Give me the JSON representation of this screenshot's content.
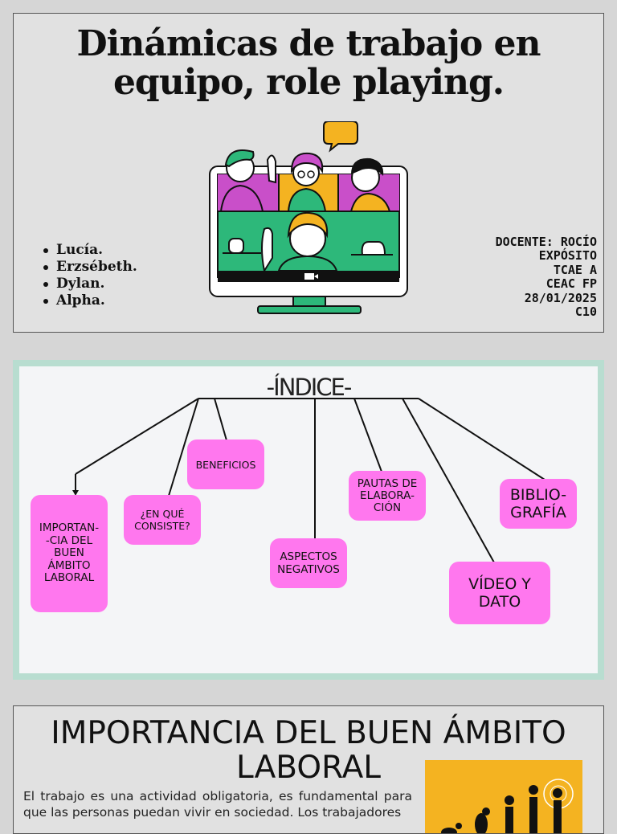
{
  "slide1": {
    "title_line1": "Dinámicas de trabajo en",
    "title_line2": "equipo, role playing.",
    "members": [
      "Lucía.",
      "Erzsébeth.",
      "Dylan.",
      "Alpha."
    ],
    "teacher_lines": [
      "DOCENTE: ROCÍO",
      "EXPÓSITO",
      "TCAE A",
      "CEAC FP",
      "28/01/2025",
      "C10"
    ],
    "illustration_icon": "video-call-monitor-icon"
  },
  "slide2": {
    "title": "-ÍNDICE-",
    "boxes": {
      "importancia": "IMPORTAN-\n-CIA DEL\nBUEN\nÁMBITO\nLABORAL",
      "consiste": "¿EN QUÉ\nCONSISTE?",
      "beneficios": "BENEFICIOS",
      "aspectos": "ASPECTOS\nNEGATIVOS",
      "pautas": "PAUTAS DE\nELABORA-\nCIÓN",
      "video": "VÍDEO Y\nDATO",
      "bibliografia": "BIBLIO-\nGRAFÍA"
    },
    "colors": {
      "box": "#ff77ee",
      "frame": "#b8ddd0"
    }
  },
  "slide3": {
    "title_line1": "IMPORTANCIA DEL BUEN ÁMBITO",
    "title_line2": "LABORAL",
    "body": "El trabajo es una actividad obligatoria, es fundamental para que las personas puedan vivir en sociedad. Los trabajadores",
    "image_icon": "human-evolution-icon"
  }
}
